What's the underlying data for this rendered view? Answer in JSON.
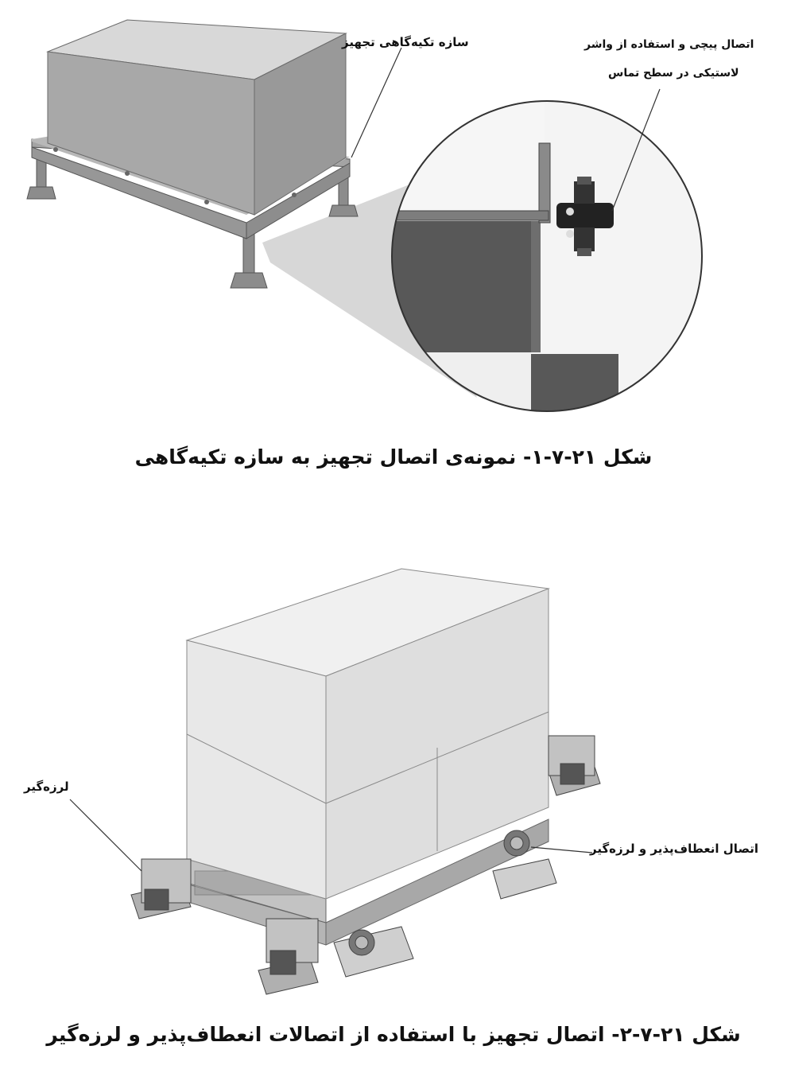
{
  "figure1": {
    "label_support_structure": "سازه تکیه‌گاهی تجهیز",
    "label_bolted_line1": "اتصال پیچی و استفاده از واشر",
    "label_bolted_line2": "لاستیکی در سطح تماس",
    "caption": "شکل ۲۱-۷-۱- نمونه‌ی اتصال تجهیز به سازه تکیه‌گاهی"
  },
  "figure2": {
    "label_isolator": "لرزه‌گیر",
    "label_flexible": "اتصال انعطاف‌پذیر و لرزه‌گیر",
    "caption": "شکل ۲۱-۷-۲- اتصال تجهیز با استفاده از اتصالات انعطاف‌پذیر و لرزه‌گیر"
  }
}
